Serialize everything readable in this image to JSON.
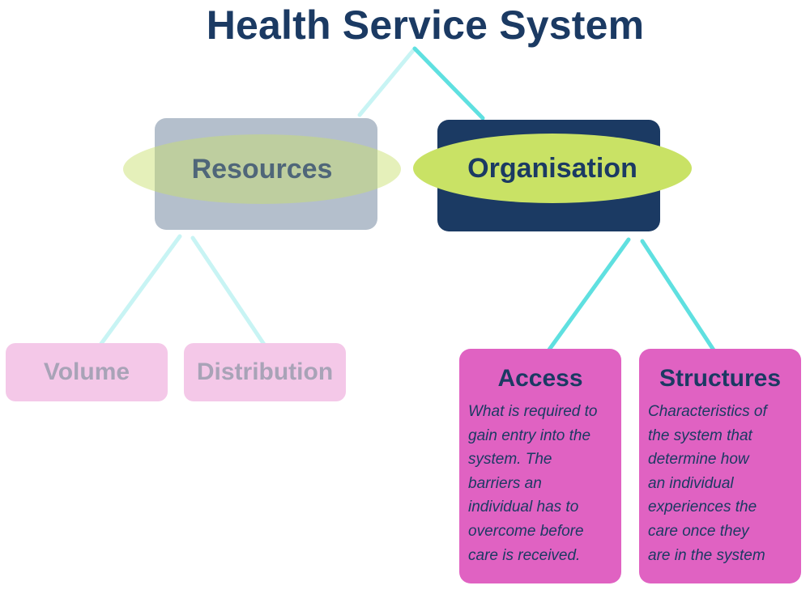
{
  "diagram": {
    "title": "Health Service System",
    "colors": {
      "navy": "#1b3a63",
      "gray_box": "#b4bfcc",
      "lime": "#c9e265",
      "magenta": "#e062c2",
      "pale_pink": "#f4c8e8",
      "cyan_line": "#5fe0e0",
      "pale_cyan_line": "#c8f4f4"
    },
    "branches": {
      "resources": {
        "label": "Resources",
        "children": [
          {
            "label": "Volume"
          },
          {
            "label": "Distribution"
          }
        ]
      },
      "organisation": {
        "label": "Organisation",
        "children": [
          {
            "label": "Access",
            "description": "What is required to\ngain entry into the\nsystem.  The\nbarriers an\nindividual has to\novercome before\ncare is received."
          },
          {
            "label": "Structures",
            "description": "Characteristics of\nthe system that\ndetermine how\nan individual\nexperiences the\ncare once they\nare in the system"
          }
        ]
      }
    }
  }
}
